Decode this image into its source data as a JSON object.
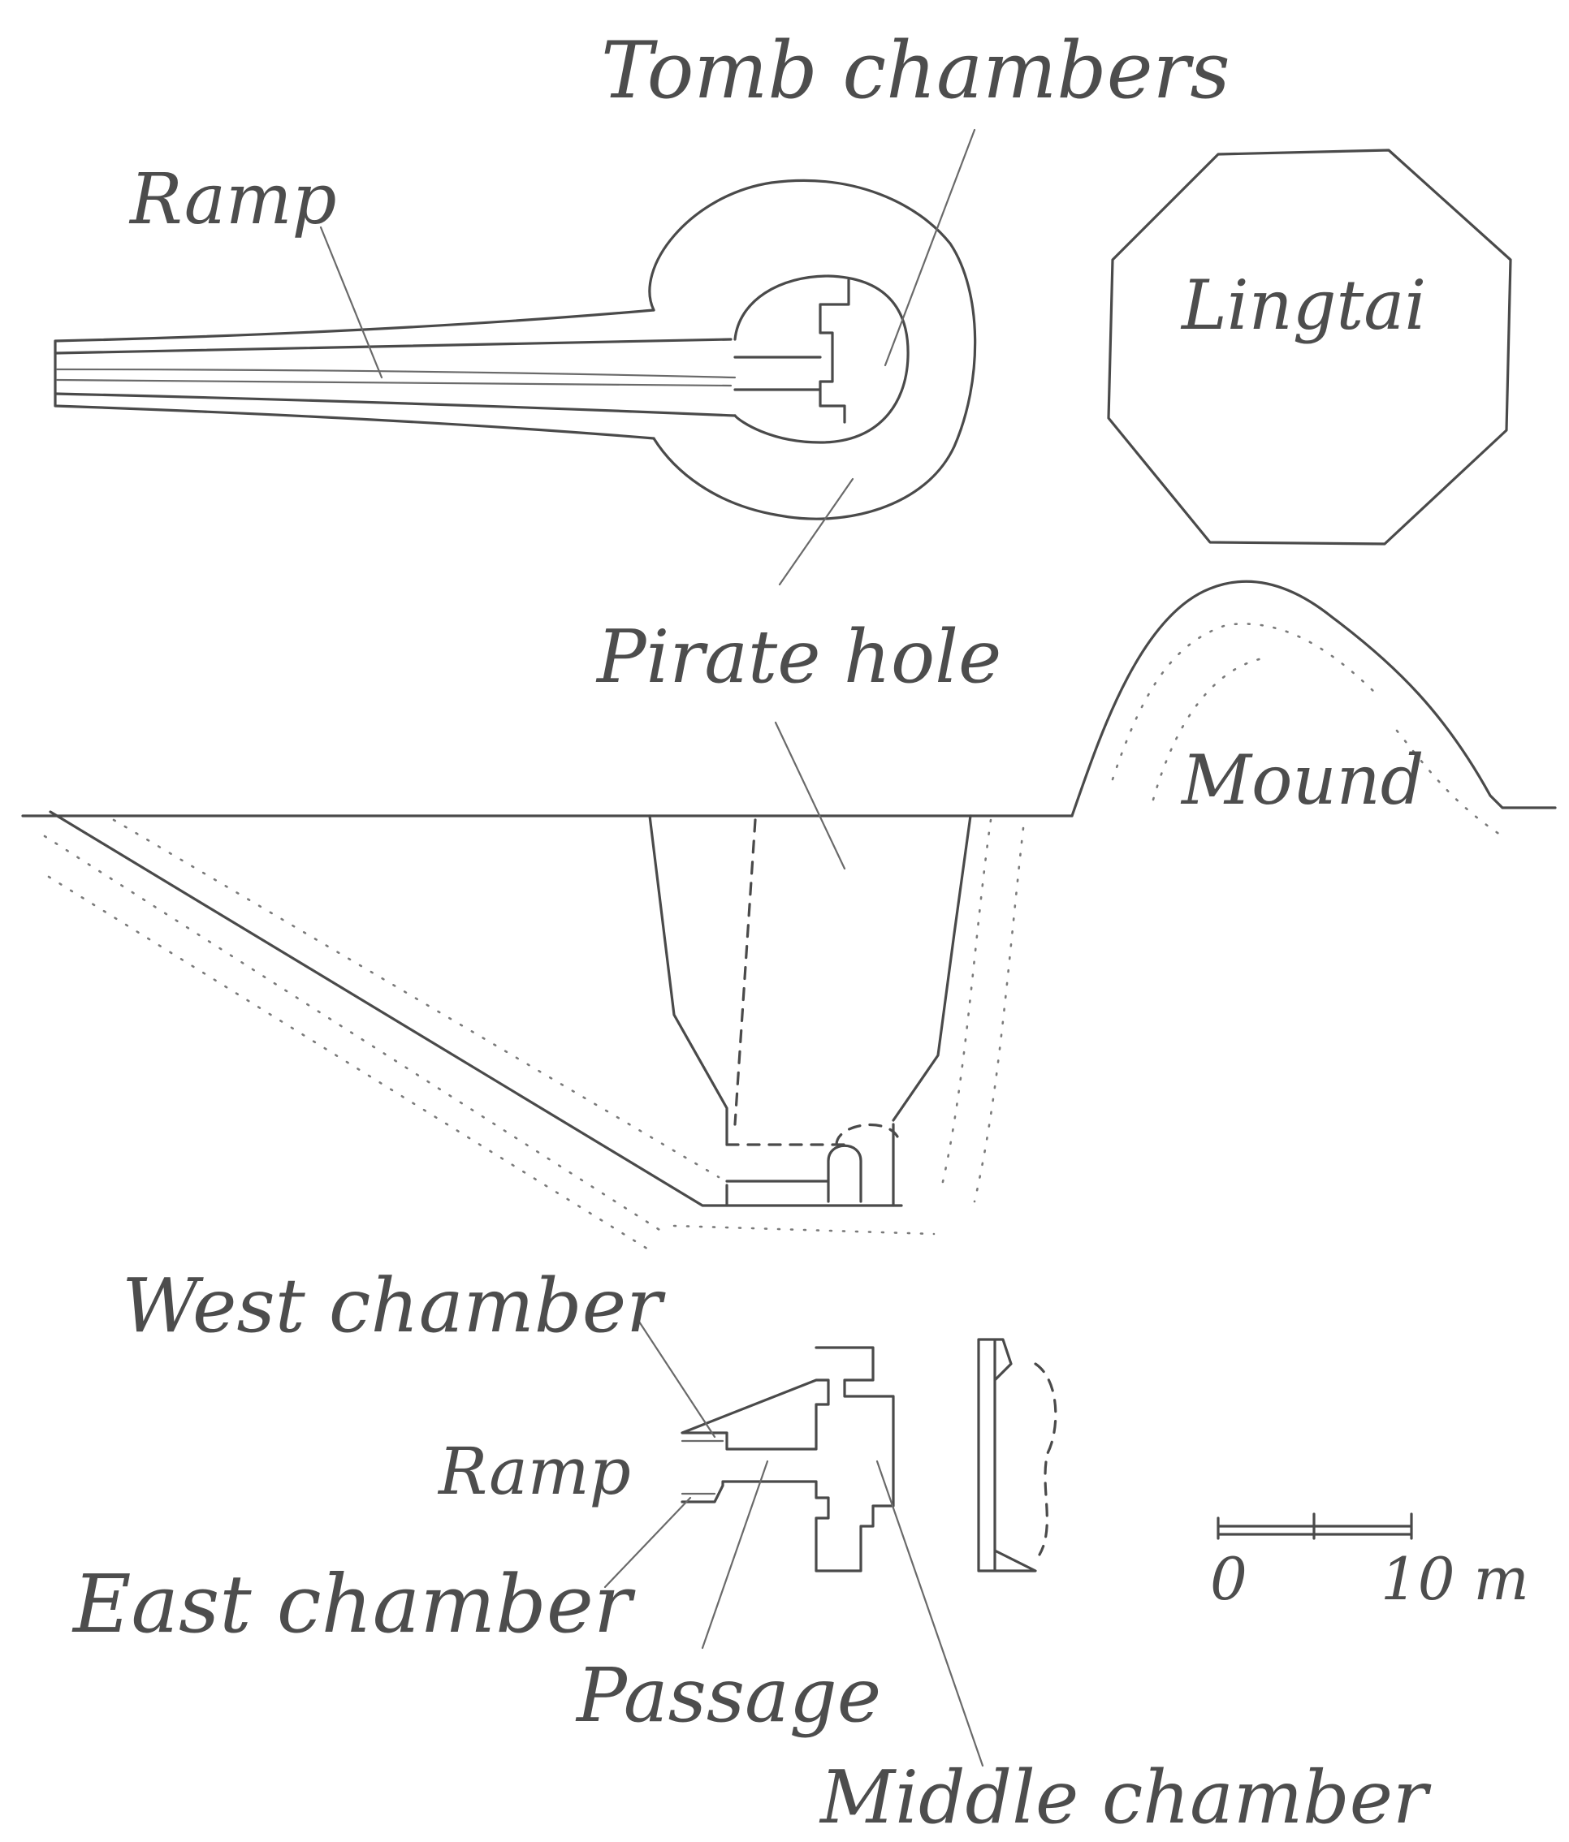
{
  "diagram": {
    "labels": {
      "tomb_chambers": "Tomb chambers",
      "ramp_top": "Ramp",
      "lingtai": "Lingtai",
      "pirate_hole": "Pirate hole",
      "mound": "Mound",
      "west_chamber": "West chamber",
      "ramp_bottom": "Ramp",
      "east_chamber": "East chamber",
      "passage": "Passage",
      "middle_chamber": "Middle chamber"
    },
    "scale_bar": {
      "start": "0",
      "end": "10 m"
    },
    "colors": {
      "ink": "#4a4a4a",
      "paper": "#ffffff"
    }
  }
}
